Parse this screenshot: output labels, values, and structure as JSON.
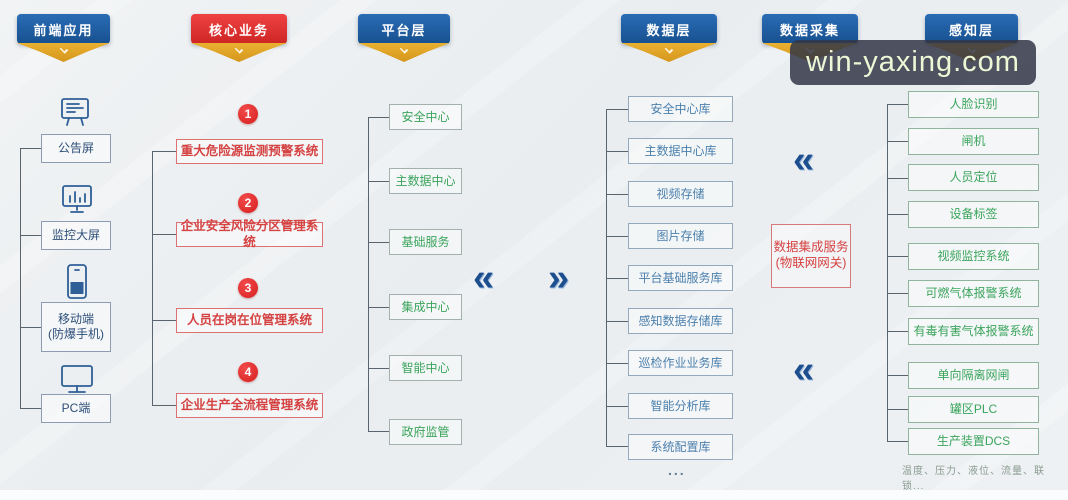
{
  "headers": {
    "frontend": "前端应用",
    "core": "核心业务",
    "platform": "平台层",
    "data": "数据层",
    "collect": "数据采集",
    "sense": "感知层"
  },
  "frontend": {
    "items": [
      {
        "label": "公告屏",
        "icon": "notice-board-icon"
      },
      {
        "label": "监控大屏",
        "icon": "monitor-chart-icon"
      },
      {
        "label1": "移动端",
        "label2": "(防爆手机)",
        "icon": "smartphone-icon"
      },
      {
        "label": "PC端",
        "icon": "desktop-icon"
      }
    ]
  },
  "core": {
    "items": [
      {
        "num": "1",
        "label": "重大危险源监测预警系统"
      },
      {
        "num": "2",
        "label": "企业安全风险分区管理系统"
      },
      {
        "num": "3",
        "label": "人员在岗在位管理系统"
      },
      {
        "num": "4",
        "label": "企业生产全流程管理系统"
      }
    ]
  },
  "platform": {
    "items": [
      "安全中心",
      "主数据中心",
      "基础服务",
      "集成中心",
      "智能中心",
      "政府监管"
    ]
  },
  "dataLayer": {
    "items": [
      "安全中心库",
      "主数据中心库",
      "视频存储",
      "图片存储",
      "平台基础服务库",
      "感知数据存储库",
      "巡检作业业务库",
      "智能分析库",
      "系统配置库"
    ],
    "more": "..."
  },
  "collect": {
    "gateway_line1": "数据集成服务",
    "gateway_line2": "(物联网网关)"
  },
  "sense": {
    "items": [
      "人脸识别",
      "闸机",
      "人员定位",
      "设备标签",
      "视频监控系统",
      "可燃气体报警系统",
      "有毒有害气体报警系统",
      "单向隔离网闸",
      "罐区PLC",
      "生产装置DCS"
    ],
    "caption": "温度、压力、液位、流量、联锁..."
  },
  "chevrons": {
    "left": "«",
    "right": "»"
  },
  "watermark": "win-yaxing.com",
  "colors": {
    "banner_blue": "#1c5fa8",
    "banner_red": "#d8322f",
    "ribbon_gold": "#e0a526",
    "green_text": "#3ba45c",
    "steel_text": "#4c80ad",
    "red_text": "#d54242",
    "navy_chevron": "#1d4f8f"
  }
}
